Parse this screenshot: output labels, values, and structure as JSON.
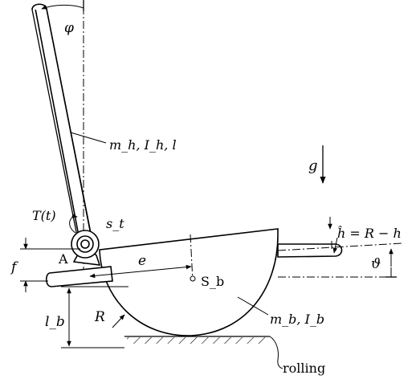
{
  "labels": {
    "phi": "φ",
    "handle_params": "m_h, I_h, l",
    "gravity": "g",
    "torque": "T(t)",
    "spring": "s_t",
    "h_relation": "ĥ = R − h",
    "f": "f",
    "A": "A",
    "e": "e",
    "Sb": "S_b",
    "theta": "ϑ",
    "lb": "l_b",
    "R": "R",
    "body_params": "m_b, I_b",
    "rolling": "rolling"
  }
}
